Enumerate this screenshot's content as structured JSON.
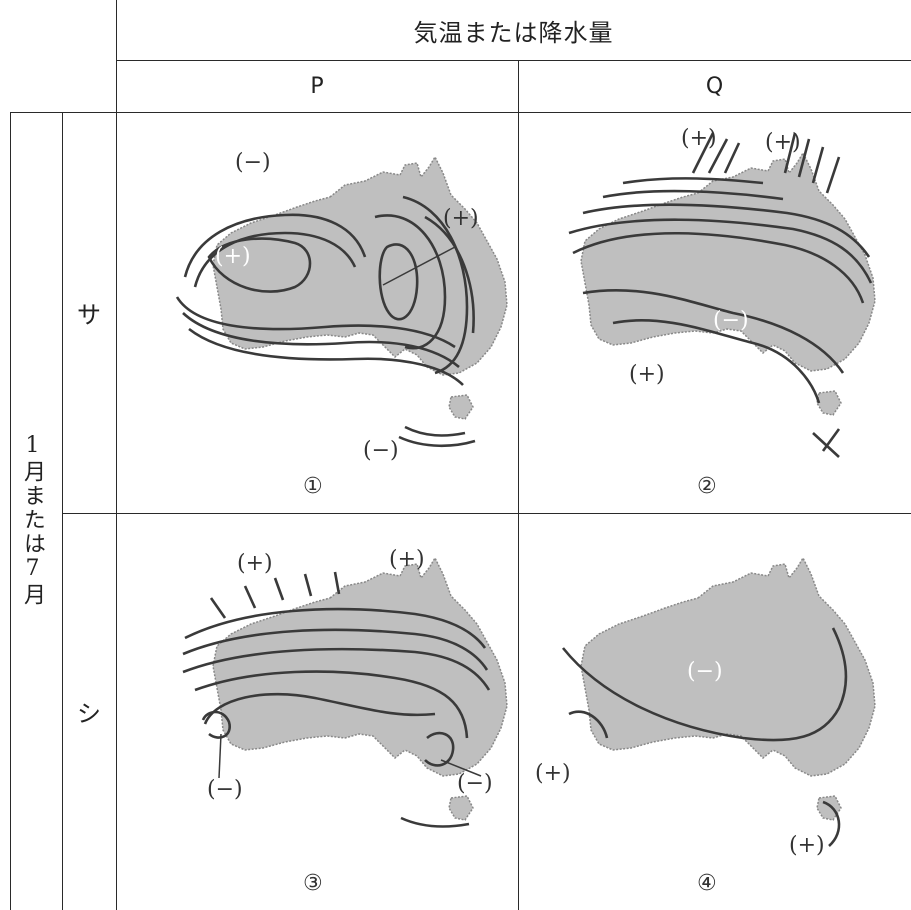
{
  "header": {
    "title": "気温または降水量"
  },
  "columns": [
    "P",
    "Q"
  ],
  "rows_group_label": "1月または7月",
  "rows": [
    "サ",
    "シ"
  ],
  "panels": [
    {
      "number": "①",
      "labels": [
        "(−)",
        "(+)",
        "(+)",
        "(−)"
      ]
    },
    {
      "number": "②",
      "labels": [
        "(+)",
        "(+)",
        "(−)",
        "(+)"
      ]
    },
    {
      "number": "③",
      "labels": [
        "(+)",
        "(+)",
        "(−)",
        "(−)"
      ]
    },
    {
      "number": "④",
      "labels": [
        "(−)",
        "(+)",
        "(+)"
      ]
    }
  ],
  "colors": {
    "land": "#bfbfbf",
    "contour": "#3a3a3a",
    "grid": "#2a2a2a"
  }
}
